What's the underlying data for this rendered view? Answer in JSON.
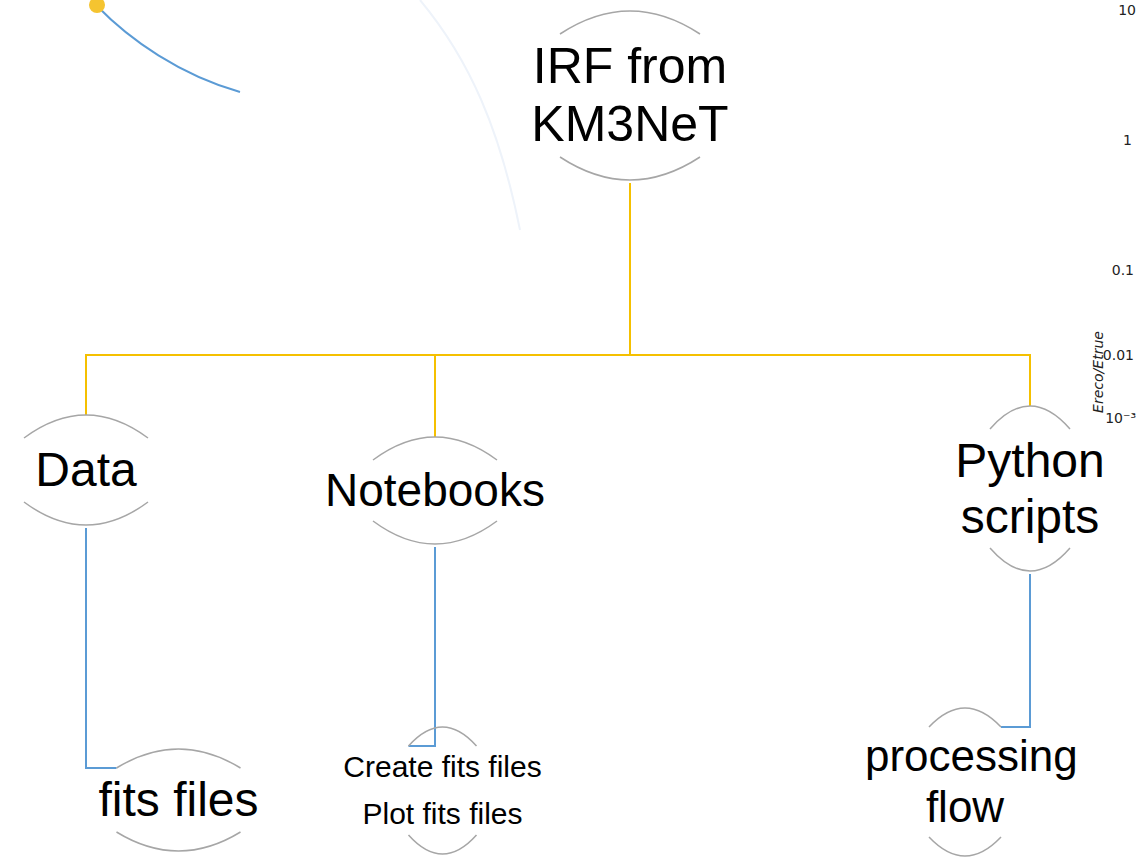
{
  "diagram": {
    "nodes": [
      {
        "text": [
          "IRF from KM3NeT"
        ]
      },
      {
        "text": [
          "Data"
        ]
      },
      {
        "text": [
          "Notebooks"
        ]
      },
      {
        "text": [
          "Python scripts"
        ]
      },
      {
        "text": [
          "fits files"
        ]
      },
      {
        "text": [
          "Create fits files",
          "Plot fits files"
        ]
      },
      {
        "text": [
          "processing flow"
        ]
      }
    ],
    "edges": [
      {
        "from": 0,
        "to": 1,
        "arrow": "none"
      },
      {
        "from": 0,
        "to": 2,
        "arrow": "none"
      },
      {
        "from": 0,
        "to": 3,
        "arrow": "none"
      },
      {
        "from": 1,
        "to": 4,
        "arrow": "none"
      },
      {
        "from": 2,
        "to": 5,
        "arrow": "none"
      },
      {
        "from": 3,
        "to": 6,
        "arrow": "none"
      }
    ],
    "labels": [
      "10",
      "1",
      "0.1",
      "0.01",
      "10⁻³",
      "Ereco/Etrue"
    ]
  }
}
